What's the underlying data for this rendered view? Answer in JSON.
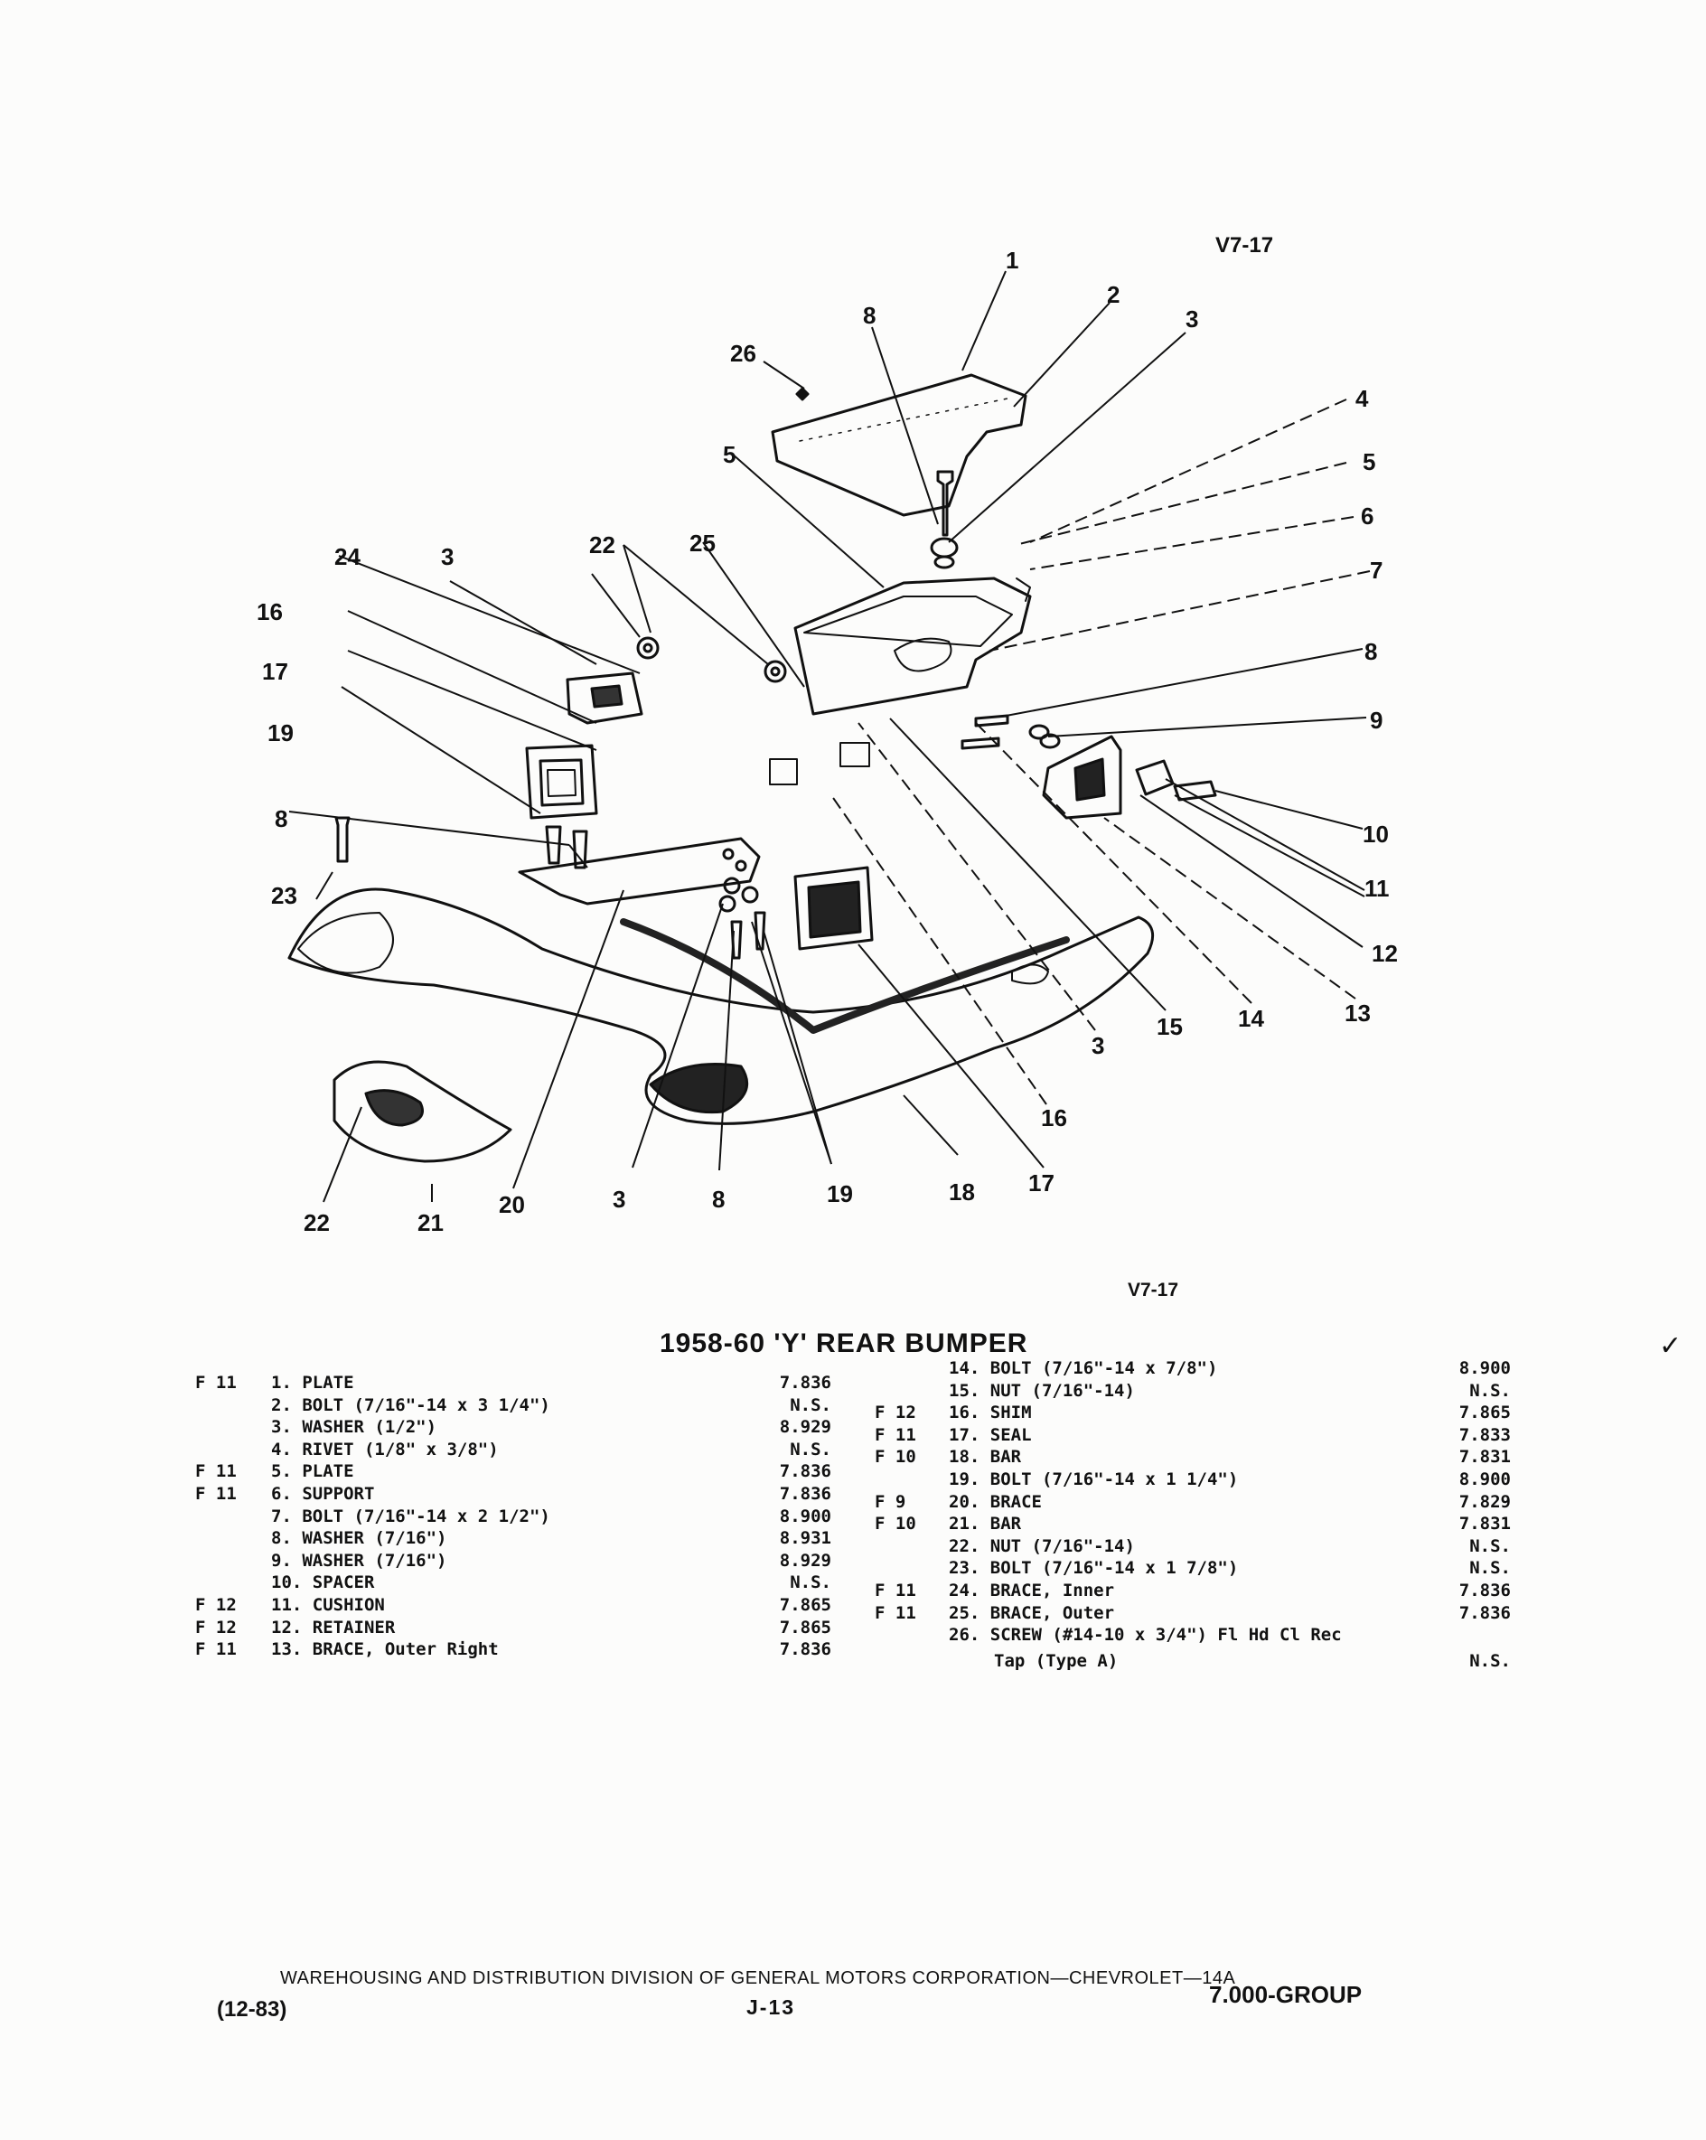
{
  "figure_code_top": "V7-17",
  "figure_code_bottom": "V7-17",
  "callouts": [
    "1",
    "2",
    "3",
    "4",
    "5",
    "6",
    "7",
    "8",
    "9",
    "10",
    "11",
    "12",
    "13",
    "14",
    "15",
    "16",
    "17",
    "18",
    "19",
    "20",
    "21",
    "22",
    "23",
    "24",
    "25",
    "26"
  ],
  "title": "1958-60 'Y' REAR BUMPER",
  "left_column": [
    {
      "fig": "F 11",
      "desc": "1. PLATE",
      "gp": "7.836"
    },
    {
      "fig": "",
      "desc": "2. BOLT (7/16\"-14 x 3 1/4\")",
      "gp": "N.S."
    },
    {
      "fig": "",
      "desc": "3. WASHER (1/2\")",
      "gp": "8.929"
    },
    {
      "fig": "",
      "desc": "4. RIVET (1/8\" x 3/8\")",
      "gp": "N.S."
    },
    {
      "fig": "F 11",
      "desc": "5. PLATE",
      "gp": "7.836"
    },
    {
      "fig": "F 11",
      "desc": "6. SUPPORT",
      "gp": "7.836"
    },
    {
      "fig": "",
      "desc": "7. BOLT (7/16\"-14 x 2 1/2\")",
      "gp": "8.900"
    },
    {
      "fig": "",
      "desc": "8. WASHER (7/16\")",
      "gp": "8.931"
    },
    {
      "fig": "",
      "desc": "9. WASHER (7/16\")",
      "gp": "8.929"
    },
    {
      "fig": "",
      "desc": "10. SPACER",
      "gp": "N.S."
    },
    {
      "fig": "F 12",
      "desc": "11. CUSHION",
      "gp": "7.865"
    },
    {
      "fig": "F 12",
      "desc": "12. RETAINER",
      "gp": "7.865"
    },
    {
      "fig": "F 11",
      "desc": "13. BRACE, Outer Right",
      "gp": "7.836"
    }
  ],
  "right_column": [
    {
      "fig": "",
      "desc": "14. BOLT (7/16\"-14 x 7/8\")",
      "gp": "8.900"
    },
    {
      "fig": "",
      "desc": "15. NUT (7/16\"-14)",
      "gp": "N.S."
    },
    {
      "fig": "F 12",
      "desc": "16. SHIM",
      "gp": "7.865"
    },
    {
      "fig": "F 11",
      "desc": "17. SEAL",
      "gp": "7.833"
    },
    {
      "fig": "F 10",
      "desc": "18. BAR",
      "gp": "7.831"
    },
    {
      "fig": "",
      "desc": "19. BOLT (7/16\"-14 x 1 1/4\")",
      "gp": "8.900"
    },
    {
      "fig": "F 9",
      "desc": "20. BRACE",
      "gp": "7.829"
    },
    {
      "fig": "F 10",
      "desc": "21. BAR",
      "gp": "7.831"
    },
    {
      "fig": "",
      "desc": "22. NUT (7/16\"-14)",
      "gp": "N.S."
    },
    {
      "fig": "",
      "desc": "23. BOLT (7/16\"-14 x 1 7/8\")",
      "gp": "N.S."
    },
    {
      "fig": "F 11",
      "desc": "24. BRACE, Inner",
      "gp": "7.836"
    },
    {
      "fig": "F 11",
      "desc": "25. BRACE, Outer",
      "gp": "7.836"
    },
    {
      "fig": "",
      "desc": "26. SCREW (#14-10 x 3/4\") Fl Hd Cl Rec",
      "gp": ""
    },
    {
      "fig": "",
      "desc": "Tap (Type A)",
      "gp": "N.S."
    }
  ],
  "footer": {
    "line": "WAREHOUSING AND DISTRIBUTION DIVISION OF GENERAL MOTORS CORPORATION—CHEVROLET—14A",
    "date": "(12-83)",
    "page": "J-13",
    "group": "7.000-GROUP"
  },
  "check_mark": "✓"
}
